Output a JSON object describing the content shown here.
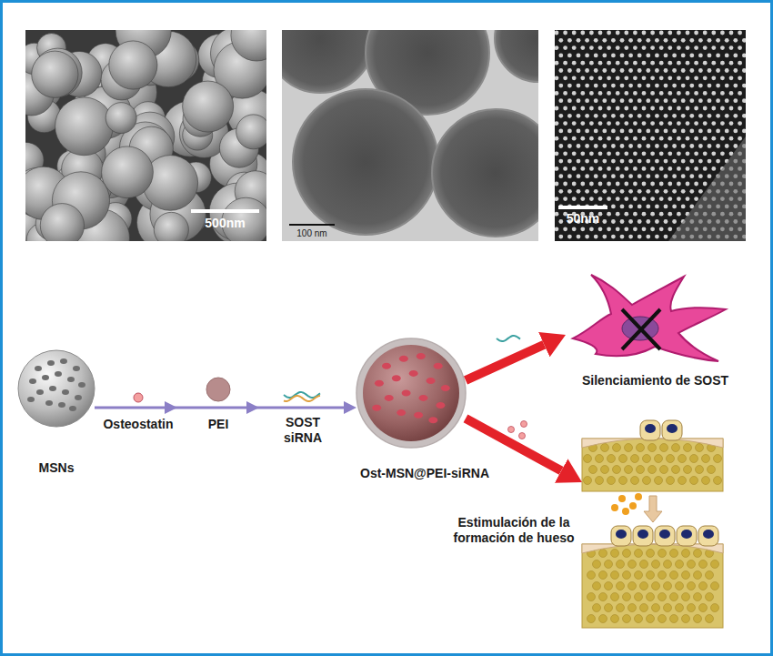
{
  "diagram": {
    "nodes": [
      {
        "text": [
          "500nm"
        ]
      },
      {
        "text": [
          "100 nm"
        ]
      },
      {
        "text": [
          "50nm"
        ]
      },
      {
        "text": [
          "MSNs"
        ]
      },
      {
        "text": [
          "Ost-MSN@PEI-siRNA"
        ]
      },
      {
        "text": [
          "Silenciamiento de SOST"
        ]
      },
      {
        "text": [
          "Estimulación de la formación de hueso"
        ]
      }
    ],
    "edges": [
      {
        "from": 3,
        "to": 4,
        "arrow": "to"
      },
      {
        "from": 4,
        "to": 5,
        "arrow": "to"
      },
      {
        "from": 4,
        "to": 6,
        "arrow": "to"
      }
    ],
    "labels": [
      "Osteostatin",
      "PEI",
      "SOST siRNA"
    ]
  }
}
